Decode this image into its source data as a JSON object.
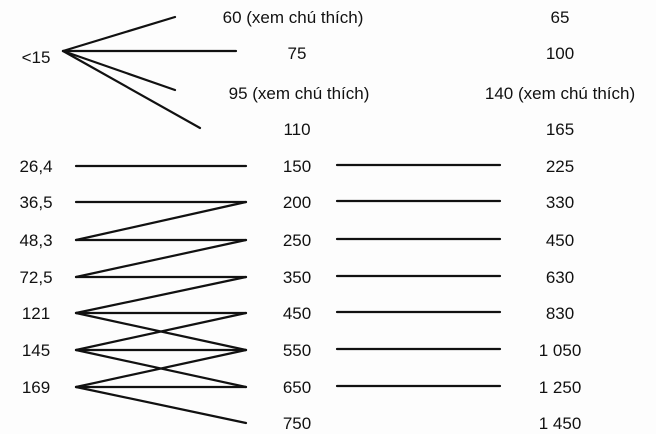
{
  "origin": "<15",
  "top_middle": [
    "60 (xem chú thích)",
    "75",
    "95 (xem chú thích)",
    "110"
  ],
  "top_right": [
    "65",
    "100",
    "140 (xem chú thích)",
    "165"
  ],
  "left": [
    "26,4",
    "36,5",
    "48,3",
    "72,5",
    "121",
    "145",
    "169"
  ],
  "middle": [
    "150",
    "200",
    "250",
    "350",
    "450",
    "550",
    "650",
    "750"
  ],
  "right": [
    "225",
    "330",
    "450",
    "630",
    "830",
    "1 050",
    "1 250",
    "1 450"
  ],
  "origin_links": [
    0,
    1,
    2,
    3
  ],
  "left_middle_links": [
    [
      0,
      0
    ],
    [
      1,
      1
    ],
    [
      2,
      1
    ],
    [
      2,
      2
    ],
    [
      3,
      2
    ],
    [
      3,
      3
    ],
    [
      4,
      3
    ],
    [
      4,
      4
    ],
    [
      4,
      5
    ],
    [
      5,
      4
    ],
    [
      5,
      5
    ],
    [
      5,
      6
    ],
    [
      6,
      5
    ],
    [
      6,
      6
    ],
    [
      6,
      7
    ]
  ],
  "middle_right_links": [
    0,
    1,
    2,
    3,
    4,
    5,
    6
  ]
}
